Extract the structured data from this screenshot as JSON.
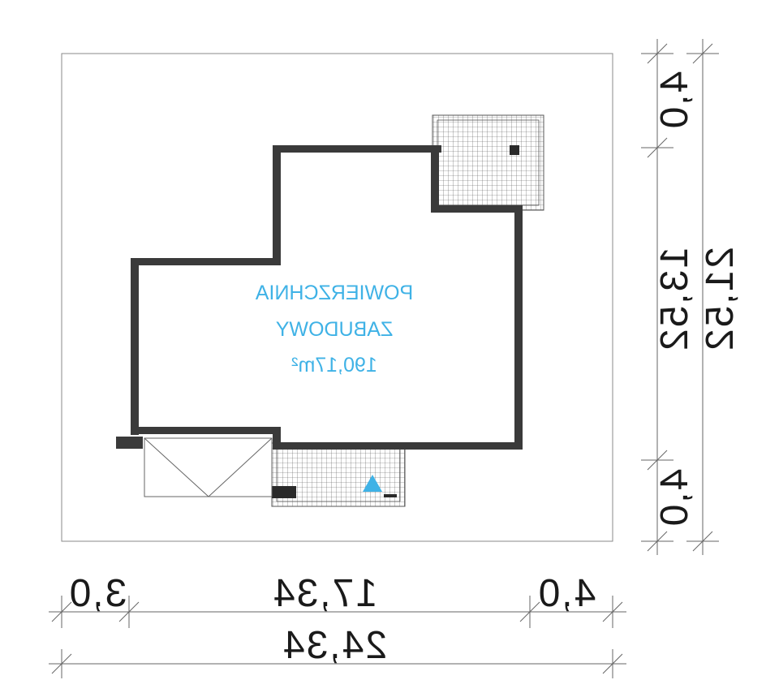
{
  "area_label": {
    "line1": "POWIERZCHNIA",
    "line2": "ZABUDOWY",
    "value": "190,17m²"
  },
  "dimensions": {
    "bottom_left": "3,0",
    "bottom_middle": "17,34",
    "bottom_right": "4,0",
    "bottom_total": "24,34",
    "right_top": "4,0",
    "right_middle": "13,52",
    "right_bottom": "4,0",
    "right_total": "21,52"
  },
  "colors": {
    "wall": "#3a3a3a",
    "label": "#3fb2e6",
    "line": "#555555",
    "marker": "#3fb2e6"
  }
}
